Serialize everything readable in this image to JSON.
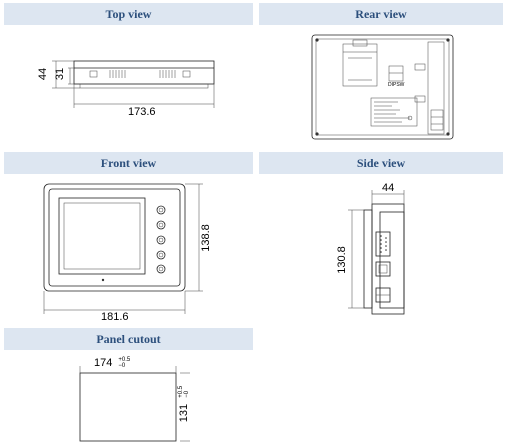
{
  "sections": {
    "top_view": {
      "title": "Top view",
      "dims": {
        "height_outer": "44",
        "height_inner": "31",
        "width": "173.6"
      }
    },
    "rear_view": {
      "title": "Rear view",
      "labels": {
        "dipsw": "DIPSW"
      }
    },
    "front_view": {
      "title": "Front view",
      "dims": {
        "height": "138.8",
        "width": "181.6"
      }
    },
    "side_view": {
      "title": "Side view",
      "dims": {
        "depth": "44",
        "height": "130.8"
      }
    },
    "panel_cutout": {
      "title": "Panel cutout",
      "dims": {
        "width": "174",
        "width_tol_plus": "+0.5",
        "width_tol_minus": "−0",
        "height": "131",
        "height_tol_plus": "+0.5",
        "height_tol_minus": "−0"
      }
    }
  }
}
